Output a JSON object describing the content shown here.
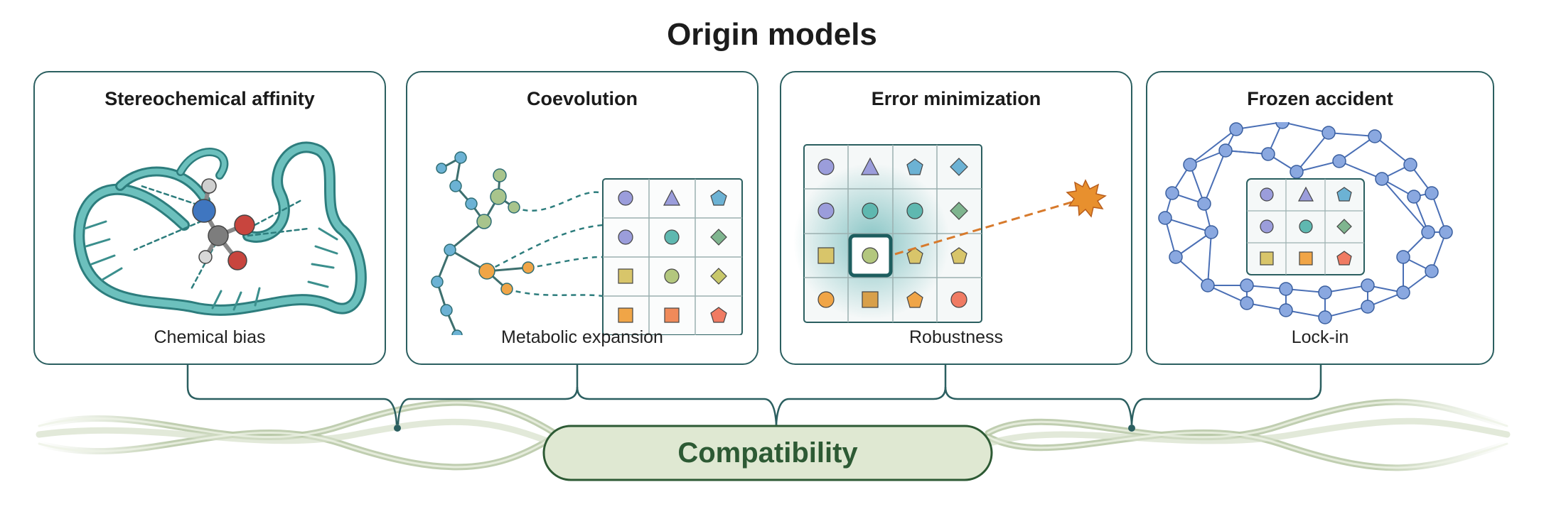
{
  "title": "Origin models",
  "panels": [
    {
      "title": "Stereochemical affinity",
      "caption": "Chemical bias",
      "icon": "rna-amino-acid-binding-illustration"
    },
    {
      "title": "Coevolution",
      "caption": "Metabolic expansion",
      "icon": "metabolic-tree-codon-grid-illustration"
    },
    {
      "title": "Error minimization",
      "caption": "Robustness",
      "icon": "codon-grid-mutation-illustration"
    },
    {
      "title": "Frozen accident",
      "caption": "Lock-in",
      "icon": "network-locked-grid-illustration"
    }
  ],
  "center": {
    "label": "Compatibility"
  },
  "colors": {
    "frame": "#2b5f60",
    "rna": "#4fa3a3",
    "banner_fill": "#dfe8d2",
    "banner_text": "#2d5a34",
    "burst": "#e8902e",
    "node": "#8aa8e0"
  }
}
